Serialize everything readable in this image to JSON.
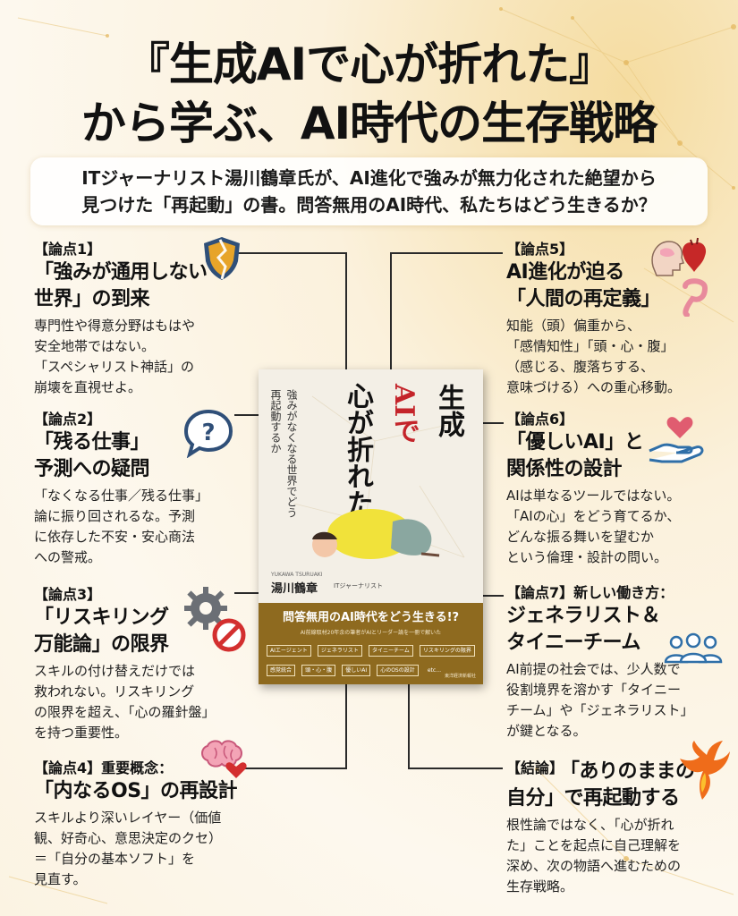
{
  "title": {
    "line1": "『生成AIで心が折れた』",
    "line2": "から学ぶ、AI時代の生存戦略"
  },
  "intro": {
    "line1": "ITジャーナリスト湯川鶴章氏が、AI進化で強みが無力化された絶望から",
    "line2": "見つけた「再起動」の書。問答無用のAI時代、私たちはどう生きるか？"
  },
  "sections": [
    {
      "label": "【論点1】",
      "heading": [
        "「強みが通用しない",
        "世界」の到来"
      ],
      "body": [
        "専門性や得意分野はもはや",
        "安全地帯ではない。",
        "「スペシャリスト神話」の",
        "崩壊を直視せよ。"
      ],
      "icon": "broken-shield-icon"
    },
    {
      "label": "【論点2】",
      "heading": [
        "「残る仕事」",
        "予測への疑問"
      ],
      "body": [
        "「なくなる仕事／残る仕事」",
        "論に振り回されるな。予測",
        "に依存した不安・安心商法",
        "への警戒。"
      ],
      "icon": "question-bubble-icon"
    },
    {
      "label": "【論点3】",
      "heading": [
        "「リスキリング",
        "万能論」の限界"
      ],
      "body": [
        "スキルの付け替えだけでは",
        "救われない。リスキリング",
        "の限界を超え、「心の羅針盤」",
        "を持つ重要性。"
      ],
      "icon": "gear-prohibited-icon"
    },
    {
      "label": "【論点4】重要概念：",
      "heading": [
        "「内なるOS」の再設計"
      ],
      "body": [
        "スキルより深いレイヤー（価値",
        "観、好奇心、意思決定のクセ）",
        "＝「自分の基本ソフト」を",
        "見直す。"
      ],
      "icon": "brain-heart-icon"
    },
    {
      "label": "【論点5】",
      "heading": [
        "AI進化が迫る",
        "「人間の再定義」"
      ],
      "body": [
        "知能（頭）偏重から、",
        "「感情知性」「頭・心・腹」",
        "（感じる、腹落ちする、",
        "意味づける）への重心移動。"
      ],
      "icon": "head-heart-gut-icon"
    },
    {
      "label": "【論点6】",
      "heading": [
        "「優しいAI」と",
        "関係性の設計"
      ],
      "body": [
        "AIは単なるツールではない。",
        "「AIの心」をどう育てるか、",
        "どんな振る舞いを望むか",
        "という倫理・設計の問い。"
      ],
      "icon": "hand-heart-icon"
    },
    {
      "label": "【論点7】新しい働き方：",
      "heading": [
        "ジェネラリスト＆",
        "タイニーチーム"
      ],
      "body": [
        "AI前提の社会では、少人数で",
        "役割境界を溶かす「タイニー",
        "チーム」や「ジェネラリスト」",
        "が鍵となる。"
      ],
      "icon": "team-icon"
    },
    {
      "label": "【結論】",
      "heading": [
        "「ありのままの",
        "自分」で再起動する"
      ],
      "body": [
        "根性論ではなく、「心が折れ",
        "た」ことを起点に自己理解を",
        "深め、次の物語へ進むための",
        "生存戦略。"
      ],
      "icon": "phoenix-icon"
    }
  ],
  "book": {
    "title_col1": "生成",
    "title_col2": "AIで",
    "title_col3": "心が折れた",
    "subtitle": "強みがなくなる世界でどう再起動するか",
    "author_en": "YUKAWA TSURUAKI",
    "author": "湯川鶴章",
    "author_role": "ITジャーナリスト",
    "band_title": "問答無用のAI時代をどう生きる!?",
    "band_sub": "AI前線取材20年余の筆者がAIとリーダー論を一冊で解いた",
    "tags": [
      "AIエージェント",
      "ジェネラリスト",
      "タイニーチーム",
      "リスキリングの限界",
      "感覚統合",
      "頭・心・腹",
      "優しいAI",
      "心のOSの設計",
      "etc…"
    ],
    "publisher": "東洋経済新報社"
  },
  "colors": {
    "accent_red": "#c4242a",
    "band_brown": "#8e6a1f",
    "icon_gold": "#e7a429",
    "icon_slate": "#2f4f78"
  }
}
